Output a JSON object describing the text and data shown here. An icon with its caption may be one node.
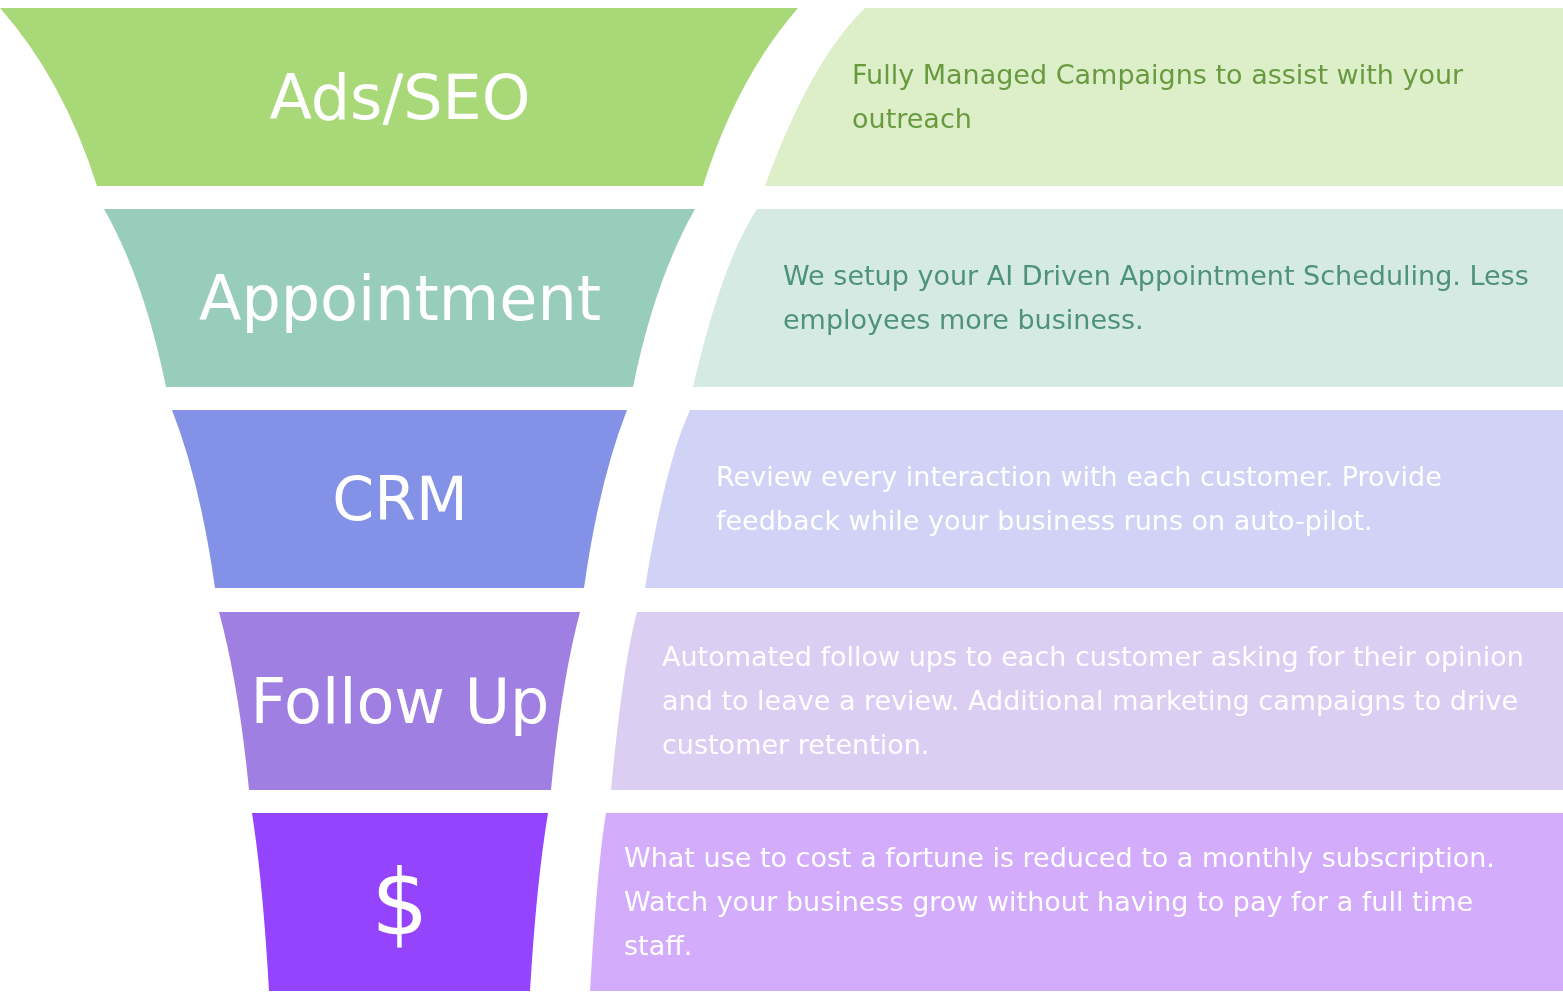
{
  "diagram": {
    "nodes": [
      {
        "text": [
          "Ads/SEO"
        ]
      },
      {
        "text": [
          "Fully Managed Campaigns to assist with your outreach"
        ]
      },
      {
        "text": [
          "Appointment"
        ]
      },
      {
        "text": [
          "We setup your AI Driven Appointment Scheduling. Less employees more business."
        ]
      },
      {
        "text": [
          "CRM"
        ]
      },
      {
        "text": [
          "Review every interaction with each customer. Provide feedback while your business runs on auto-pilot."
        ]
      },
      {
        "text": [
          "Follow Up"
        ]
      },
      {
        "text": [
          "Automated follow ups to each customer asking for their opinion and to leave a review.  Additional marketing campaigns to drive customer retention."
        ]
      },
      {
        "text": [
          "$"
        ]
      },
      {
        "text": [
          "What use to cost a fortune is reduced to a monthly subscription. Watch your business grow without having to pay for a full time staff."
        ]
      }
    ],
    "edges": []
  }
}
